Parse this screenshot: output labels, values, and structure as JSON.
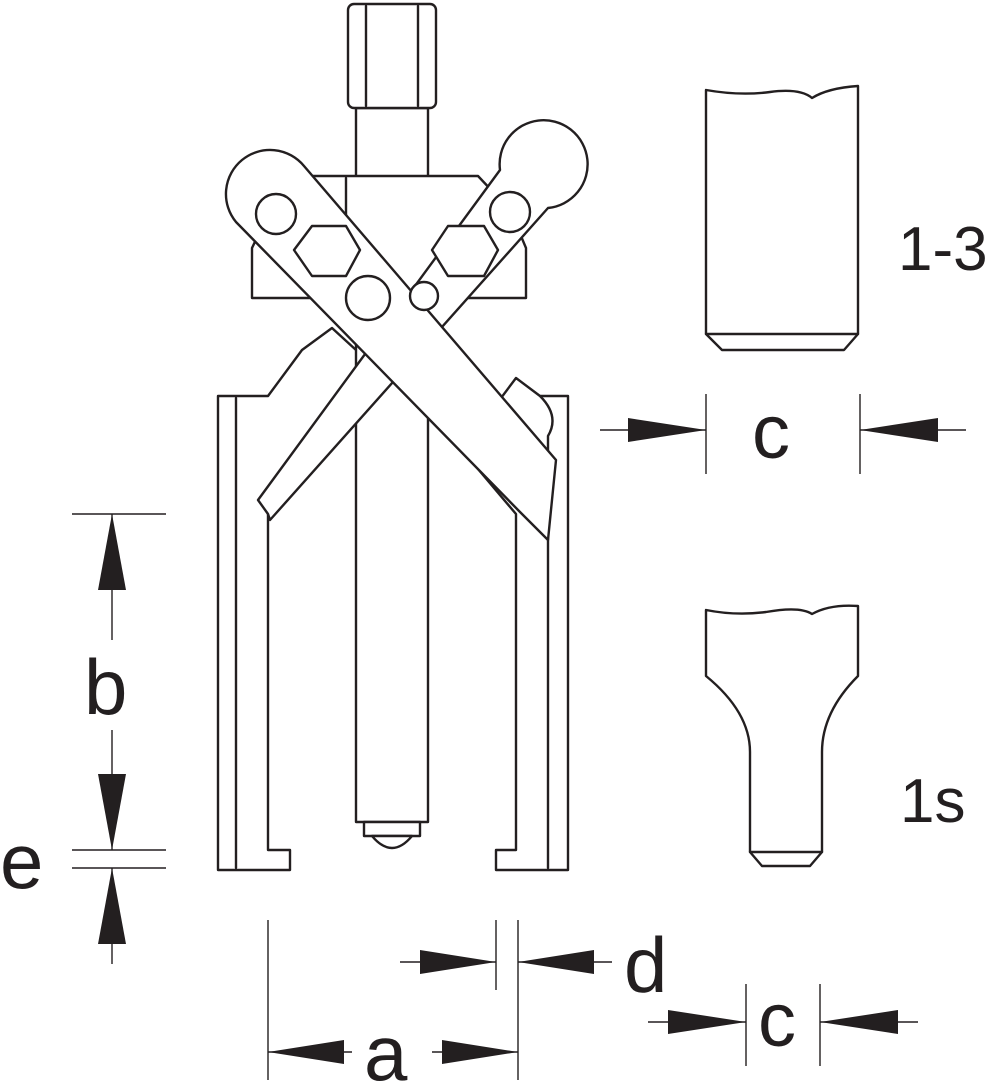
{
  "labels": {
    "a": "a",
    "b": "b",
    "c_top": "c",
    "c_bottom": "c",
    "d": "d",
    "e": "e",
    "variant_1_3": "1-3",
    "variant_1s": "1s"
  },
  "colors": {
    "line": "#231f20",
    "background": "#ffffff"
  }
}
